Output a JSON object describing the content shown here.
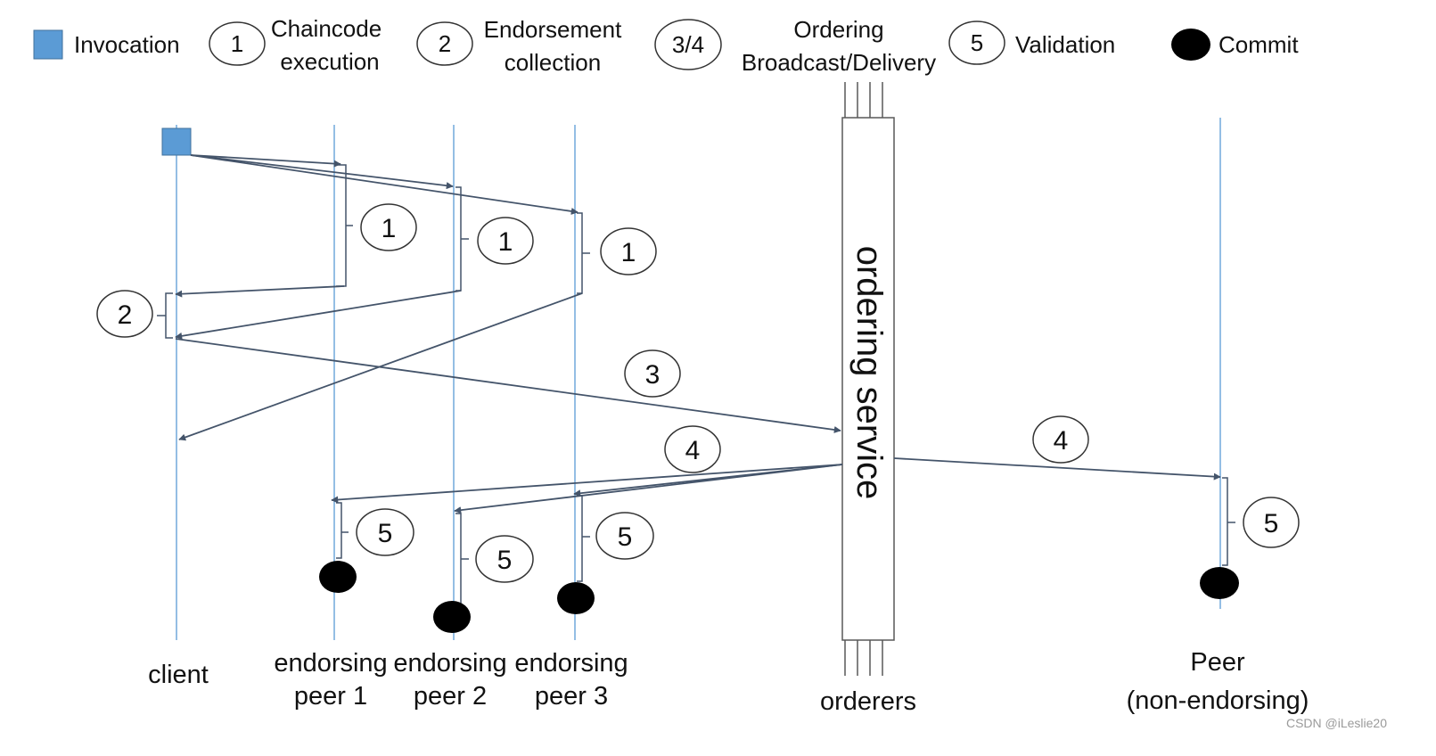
{
  "legend": {
    "invocation": "Invocation",
    "chaincode_num": "1",
    "chaincode_line1": "Chaincode",
    "chaincode_line2": "execution",
    "endorsement_num": "2",
    "endorsement_line1": "Endorsement",
    "endorsement_line2": "collection",
    "ordering_num": "3/4",
    "ordering_line1": "Ordering",
    "ordering_line2": "Broadcast/Delivery",
    "validation_num": "5",
    "validation": "Validation",
    "commit": "Commit"
  },
  "lifelines": {
    "client": "client",
    "peer1_line1": "endorsing",
    "peer1_line2": "peer 1",
    "peer2_line1": "endorsing",
    "peer2_line2": "peer 2",
    "peer3_line1": "endorsing",
    "peer3_line2": "peer 3",
    "orderers": "orderers",
    "peer_line1": "Peer",
    "peer_line2": "(non-endorsing)"
  },
  "ordering_service": "ordering service",
  "steps": {
    "exec_peer1": "1",
    "exec_peer2": "1",
    "exec_peer3": "1",
    "collection": "2",
    "broadcast": "3",
    "delivery_endorsers": "4",
    "delivery_peer": "4",
    "valid_peer1": "5",
    "valid_peer2": "5",
    "valid_peer3": "5",
    "valid_peer": "5"
  },
  "colors": {
    "lifeline": "#5b9bd5",
    "invocation": "#5b9bd5",
    "arrow": "#44546a",
    "commit": "#000000"
  },
  "watermark": "CSDN @iLeslie20"
}
